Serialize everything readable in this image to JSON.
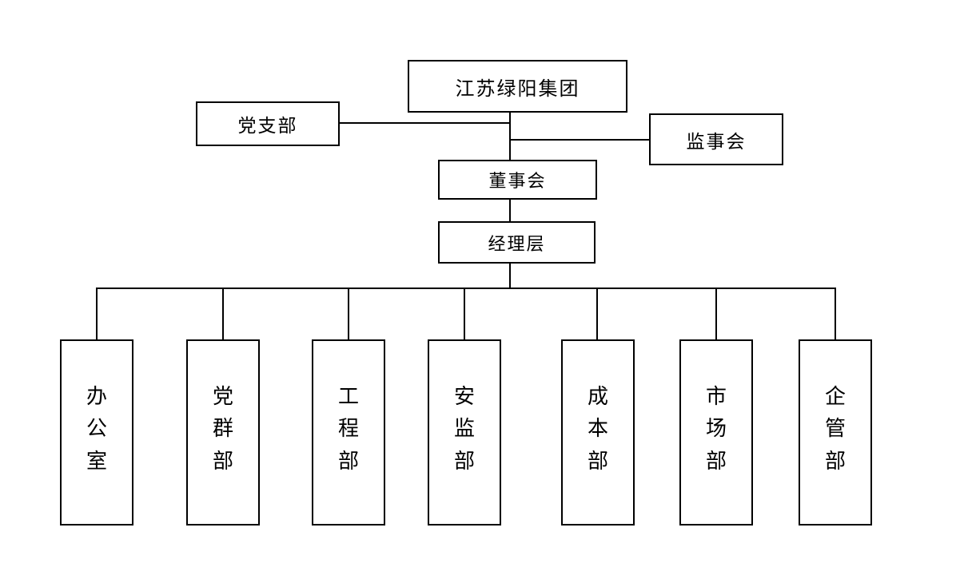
{
  "org_chart": {
    "colors": {
      "background": "#ffffff",
      "line": "#000000",
      "text": "#000000"
    },
    "nodes": {
      "group": {
        "label": "江苏绿阳集团"
      },
      "party_branch": {
        "label": "党支部"
      },
      "supervisory_board": {
        "label": "监事会"
      },
      "board_of_directors": {
        "label": "董事会"
      },
      "management_level": {
        "label": "经理层"
      },
      "departments": [
        {
          "label": "办公室"
        },
        {
          "label": "党群部"
        },
        {
          "label": "工程部"
        },
        {
          "label": "安监部"
        },
        {
          "label": "成本部"
        },
        {
          "label": "市场部"
        },
        {
          "label": "企管部"
        }
      ]
    },
    "hierarchy": {
      "root": "江苏绿阳集团",
      "root_children": [
        "党支部",
        "监事会",
        "董事会"
      ],
      "board_child": "经理层",
      "management_children": [
        "办公室",
        "党群部",
        "工程部",
        "安监部",
        "成本部",
        "市场部",
        "企管部"
      ]
    }
  }
}
